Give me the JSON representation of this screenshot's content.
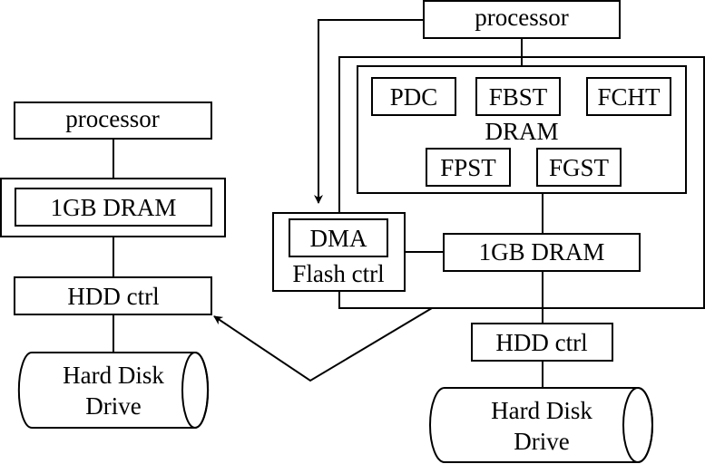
{
  "diagram": {
    "left_system": {
      "processor": "processor",
      "dram": "1GB DRAM",
      "hdd_ctrl": "HDD ctrl",
      "hdd_line1": "Hard Disk",
      "hdd_line2": "Drive"
    },
    "right_system": {
      "processor": "processor",
      "dram_tables": {
        "label": "DRAM",
        "tables": [
          "PDC",
          "FBST",
          "FCHT",
          "FPST",
          "FGST"
        ]
      },
      "dma": "DMA",
      "flash_ctrl": "Flash ctrl",
      "dram": "1GB DRAM",
      "hdd_ctrl": "HDD ctrl",
      "hdd_line1": "Hard Disk",
      "hdd_line2": "Drive"
    },
    "colors": {
      "stroke": "#000000",
      "background": "#ffffff"
    }
  }
}
